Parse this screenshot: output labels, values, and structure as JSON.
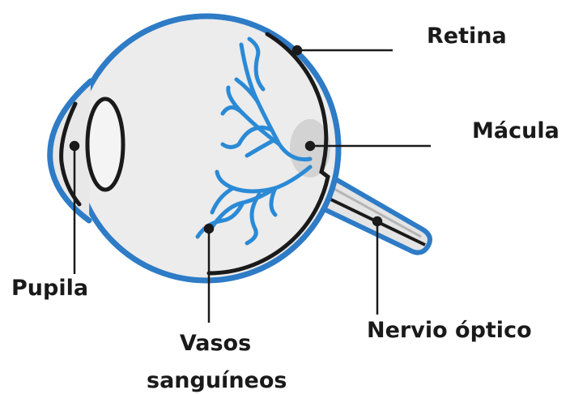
{
  "diagram": {
    "labels": {
      "retina": "Retina",
      "macula": "Mácula",
      "pupila": "Pupila",
      "vasos_line1": "Vasos",
      "vasos_line2": "sanguíneos",
      "nervio": "Nervio óptico"
    },
    "colors": {
      "outline_blue": "#2e7bc6",
      "vessel_blue": "#2a8ad6",
      "eye_fill": "#ececec",
      "macula_fill": "#d6d6d6",
      "dark_line": "#1a1a1a"
    }
  }
}
